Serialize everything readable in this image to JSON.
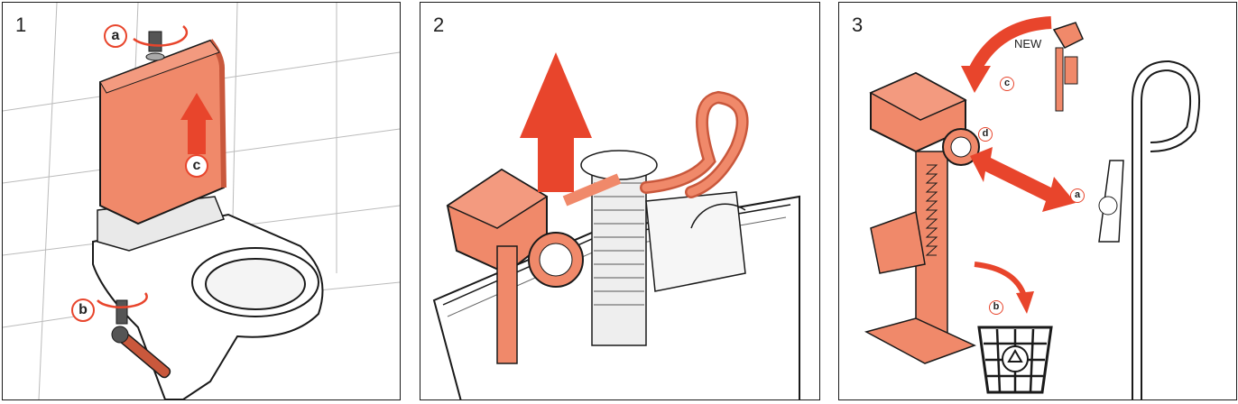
{
  "colors": {
    "part": "#f0896a",
    "partDark": "#c9583c",
    "arrow": "#e8452c",
    "line": "#1a1a1a"
  },
  "panels": [
    {
      "number": "1",
      "labels": {
        "a": "a",
        "b": "b",
        "c": "c"
      }
    },
    {
      "number": "2"
    },
    {
      "number": "3",
      "labels": {
        "a": "a",
        "b": "b",
        "c": "c",
        "d": "d"
      },
      "new_text": "NEW"
    }
  ],
  "icons": [
    "recycle-bin-icon",
    "wrench-icon"
  ]
}
